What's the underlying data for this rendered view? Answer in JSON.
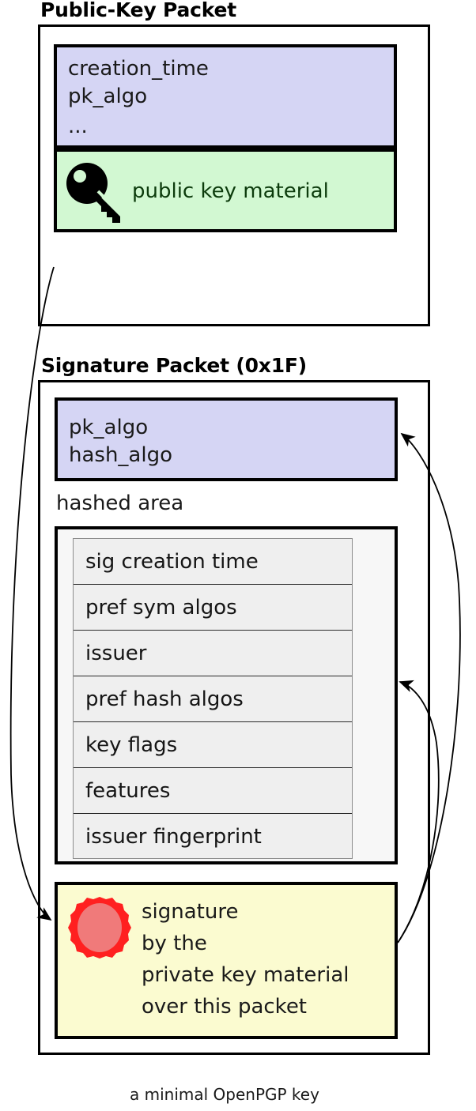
{
  "caption": "a minimal OpenPGP key",
  "colors": {
    "lavender": "#d5d5f4",
    "green": "#d2f8d2",
    "yellow": "#fbfbd0",
    "hashed_area_bg": "#f7f7f7",
    "subpacket_bg": "#efefef",
    "seal_outer": "#ff2020",
    "seal_inner": "#f07a7a",
    "stroke": "#000000"
  },
  "public_key_packet": {
    "title": "Public-Key Packet",
    "header_field": {
      "lines": [
        "creation_time",
        "pk_algo",
        "..."
      ]
    },
    "key_material_field": {
      "icon": "key-icon",
      "label": "public key material"
    }
  },
  "signature_packet": {
    "title": "Signature Packet (0x1F)",
    "algo_field": {
      "lines": [
        "pk_algo",
        "hash_algo"
      ]
    },
    "hashed_area": {
      "label": "hashed area",
      "subpackets": [
        "sig creation time",
        "pref sym algos",
        "issuer",
        "pref hash algos",
        "key flags",
        "features",
        "issuer fingerprint"
      ]
    },
    "signature_field": {
      "icon": "wax-seal-icon",
      "lines": [
        "signature",
        "by the",
        "private key material",
        "over this packet"
      ]
    }
  },
  "arrows": [
    {
      "name": "public-key-to-signature",
      "from": "public-key-packet",
      "to": "signature-field"
    },
    {
      "name": "signature-to-algo-field",
      "from": "signature-field",
      "to": "algo-field"
    },
    {
      "name": "signature-to-hashed-area",
      "from": "signature-field",
      "to": "hashed-area"
    }
  ]
}
